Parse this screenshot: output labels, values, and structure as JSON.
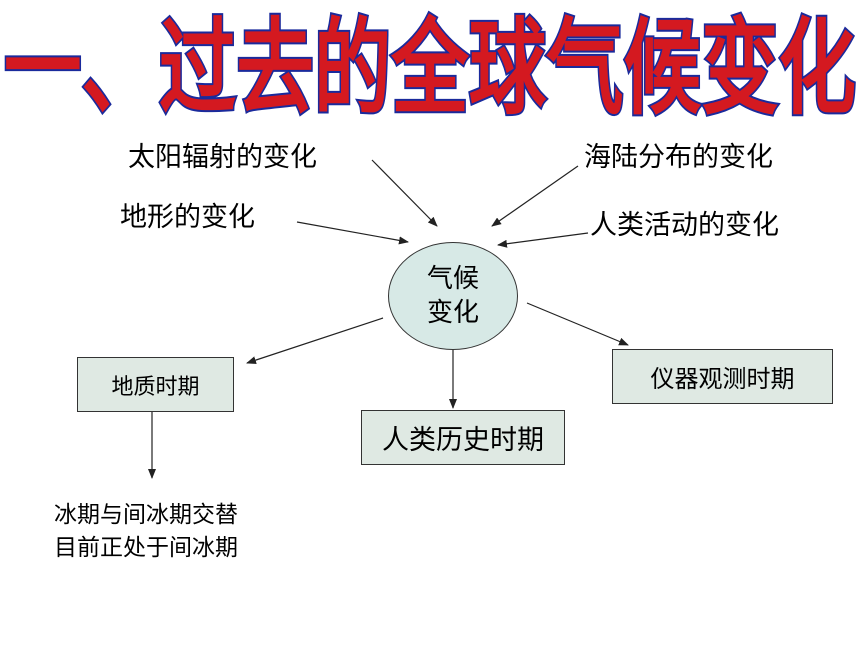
{
  "title": "一、过去的全球气候变化",
  "center": {
    "line1": "气候",
    "line2": "变化"
  },
  "factors": {
    "solar": "太阳辐射的变化",
    "land_sea": "海陆分布的变化",
    "terrain": "地形的变化",
    "human": "人类活动的变化"
  },
  "periods": {
    "geologic": "地质时期",
    "historic": "人类历史时期",
    "instrument": "仪器观测时期"
  },
  "geologic_notes": {
    "line1": "冰期与间冰期交替",
    "line2": "目前正处于间冰期"
  },
  "colors": {
    "title_fill": "#d41920",
    "title_outline": "#1a2a9c",
    "node_fill": "#d7e9e6",
    "box_fill": "#dfe9e3"
  }
}
